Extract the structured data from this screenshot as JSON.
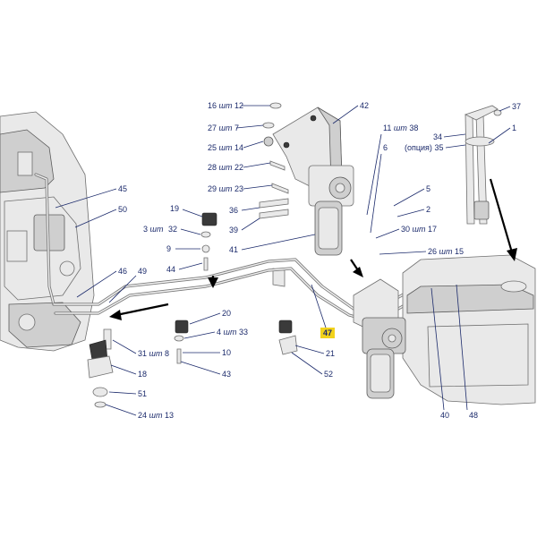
{
  "callouts": {
    "c1": {
      "num": "1"
    },
    "c2": {
      "num": "2"
    },
    "c3": {
      "num": "3",
      "suffix": "шт"
    },
    "c4": {
      "num": "4",
      "suffix": "шт",
      "ref": "33"
    },
    "c5": {
      "num": "5"
    },
    "c6": {
      "num": "6"
    },
    "c7": {
      "num": "27",
      "suffix": "шт",
      "ref": "7"
    },
    "c8": {
      "num": "31",
      "suffix": "шт",
      "ref": "8"
    },
    "c9": {
      "num": "9"
    },
    "c10": {
      "num": "10"
    },
    "c11": {
      "num": "11",
      "suffix": "шт",
      "ref": "38"
    },
    "c12": {
      "num": "16",
      "suffix": "шт",
      "ref": "12"
    },
    "c13": {
      "num": "24",
      "suffix": "шт",
      "ref": "13"
    },
    "c14": {
      "num": "25",
      "suffix": "шт",
      "ref": "14"
    },
    "c15": {
      "num": "26",
      "suffix": "шт",
      "ref": "15"
    },
    "c17": {
      "num": "30",
      "suffix": "шт",
      "ref": "17"
    },
    "c18": {
      "num": "18"
    },
    "c19": {
      "num": "19"
    },
    "c20": {
      "num": "20"
    },
    "c21": {
      "num": "21"
    },
    "c22": {
      "num": "28",
      "suffix": "шт",
      "ref": "22"
    },
    "c23": {
      "num": "29",
      "suffix": "шт",
      "ref": "23"
    },
    "c32": {
      "num": "32"
    },
    "c34": {
      "num": "34"
    },
    "c35": {
      "num": "35",
      "prefix": "(опция)"
    },
    "c36": {
      "num": "36"
    },
    "c37": {
      "num": "37"
    },
    "c39": {
      "num": "39"
    },
    "c40": {
      "num": "40"
    },
    "c41": {
      "num": "41"
    },
    "c42": {
      "num": "42"
    },
    "c43": {
      "num": "43"
    },
    "c44": {
      "num": "44"
    },
    "c45": {
      "num": "45"
    },
    "c46": {
      "num": "46"
    },
    "c47": {
      "num": "47",
      "highlight": "#f2d21b"
    },
    "c48": {
      "num": "48"
    },
    "c49": {
      "num": "49"
    },
    "c50": {
      "num": "50"
    },
    "c51": {
      "num": "51"
    },
    "c52": {
      "num": "52"
    }
  },
  "colors": {
    "label": "#1b2a6b",
    "highlight": "#f2d21b",
    "line_art": "#6f6f6f"
  }
}
